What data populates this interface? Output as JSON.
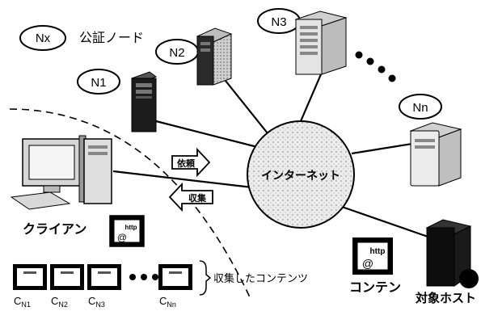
{
  "legend": {
    "ellipse_label": "Nx",
    "text": "公証ノード"
  },
  "nodes": [
    {
      "label": "N1"
    },
    {
      "label": "N2"
    },
    {
      "label": "N3"
    },
    {
      "label": "Nn"
    }
  ],
  "internet_label": "インターネット",
  "arrows": {
    "request": "依頼",
    "collect": "収集"
  },
  "client_label": "クライアン",
  "content_label": "コンテン",
  "target_host_label": "対象ホスト",
  "http_badge": "http",
  "collected": {
    "label": "収集したコンテンツ",
    "items": [
      {
        "label": "C",
        "sub": "N1"
      },
      {
        "label": "C",
        "sub": "N2"
      },
      {
        "label": "C",
        "sub": "N3"
      },
      {
        "label": "C",
        "sub": "Nn"
      }
    ]
  },
  "colors": {
    "ink": "#000000",
    "paper": "#ffffff",
    "server_gray": "#d8d8d8",
    "cloud_fill": "#e6e6e6"
  }
}
